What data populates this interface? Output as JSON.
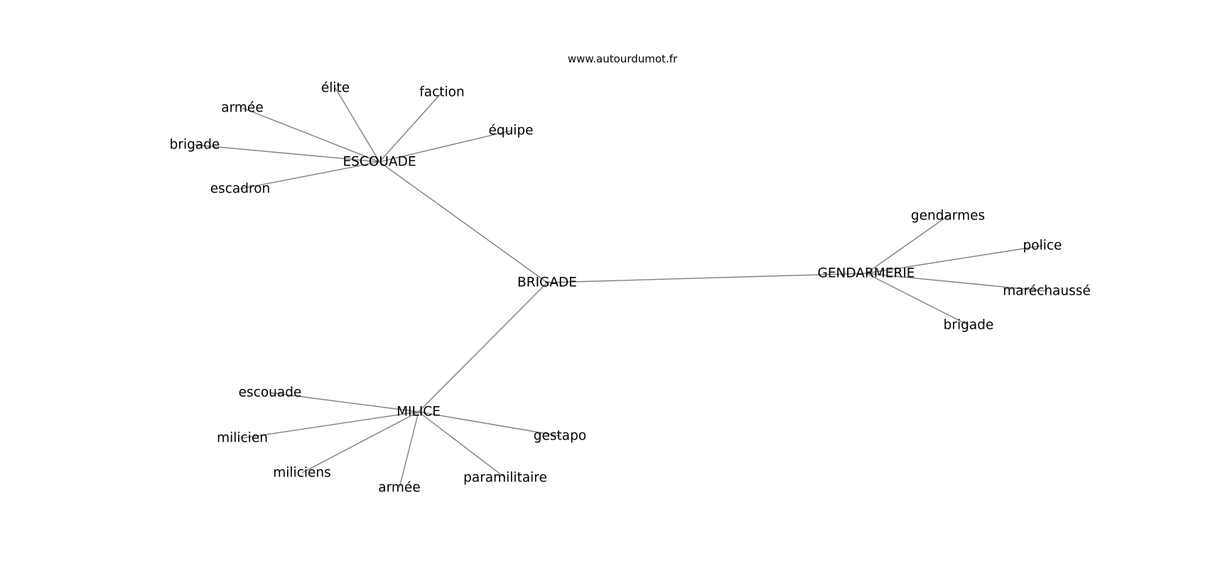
{
  "credit": "www.autourdumot.fr",
  "colors": {
    "edge": "#808080",
    "text": "#000000",
    "background": "#ffffff"
  },
  "graph": {
    "root": "BRIGADE",
    "hubs": [
      {
        "label": "ESCOUADE",
        "leaves": [
          "élite",
          "faction",
          "armée",
          "équipe",
          "brigade",
          "escadron"
        ]
      },
      {
        "label": "GENDARMERIE",
        "leaves": [
          "gendarmes",
          "police",
          "maréchaussé",
          "brigade"
        ]
      },
      {
        "label": "MILICE",
        "leaves": [
          "escouade",
          "milicien",
          "gestapo",
          "miliciens",
          "paramilitaire",
          "armée"
        ]
      }
    ]
  }
}
